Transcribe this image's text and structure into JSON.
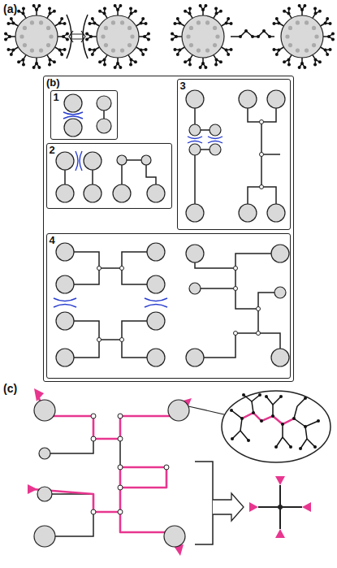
{
  "diagram": {
    "nodes": [
      {
        "text": [
          "(b)"
        ]
      },
      {
        "text": [
          "1"
        ],
        "in": 0
      },
      {
        "text": [
          "2"
        ],
        "in": 0
      },
      {
        "text": [
          "3"
        ],
        "in": 0
      },
      {
        "text": [
          "4"
        ],
        "in": 0
      }
    ],
    "labels": [
      "(a)",
      "(c)"
    ]
  }
}
